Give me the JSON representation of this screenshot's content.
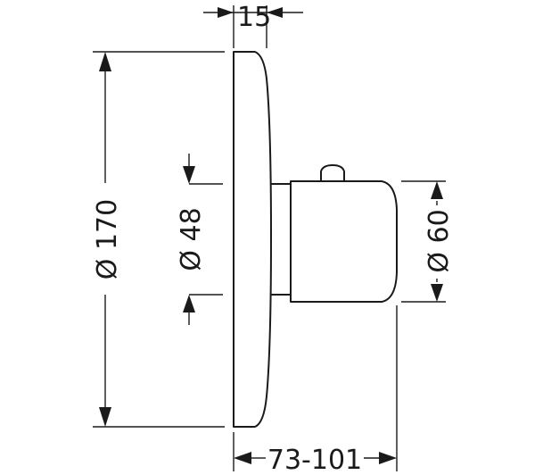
{
  "dimensions": {
    "plate_thickness": "15",
    "plate_diameter": "Ø 170",
    "base_diameter": "Ø 48",
    "handle_diameter": "Ø 60",
    "projection_range": "73-101"
  },
  "colors": {
    "line": "#1a1a1a",
    "background": "#ffffff"
  }
}
